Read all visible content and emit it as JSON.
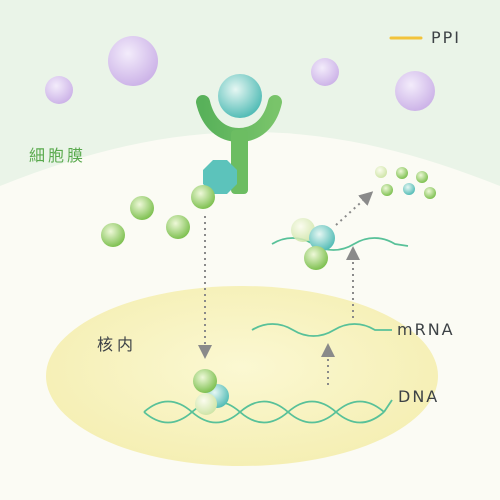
{
  "labels": {
    "membrane": "細胞膜",
    "nucleus": "核内",
    "legend_ppi": "PPI",
    "mrna": "mRNA",
    "dna": "DNA"
  },
  "icons": [
    "receptor-icon",
    "ligand-icon",
    "ppi-legend-line-icon"
  ],
  "colors": {
    "extracellular_bg": "#eaf4e8",
    "cytoplasm_bg": "#fbfbf4",
    "nucleus_fill": "#f8f4c4",
    "receptor": "#6cbd62",
    "ligand_teal": "#6cc7c0",
    "protein_green": "#8ccb5e",
    "purple_particle": "#d6c2ea",
    "ppi_line": "#f2c33b",
    "strand": "#58c199",
    "arrow": "#8a8a8a",
    "text": "#3d4246",
    "membrane_text": "#5aaa4e"
  }
}
